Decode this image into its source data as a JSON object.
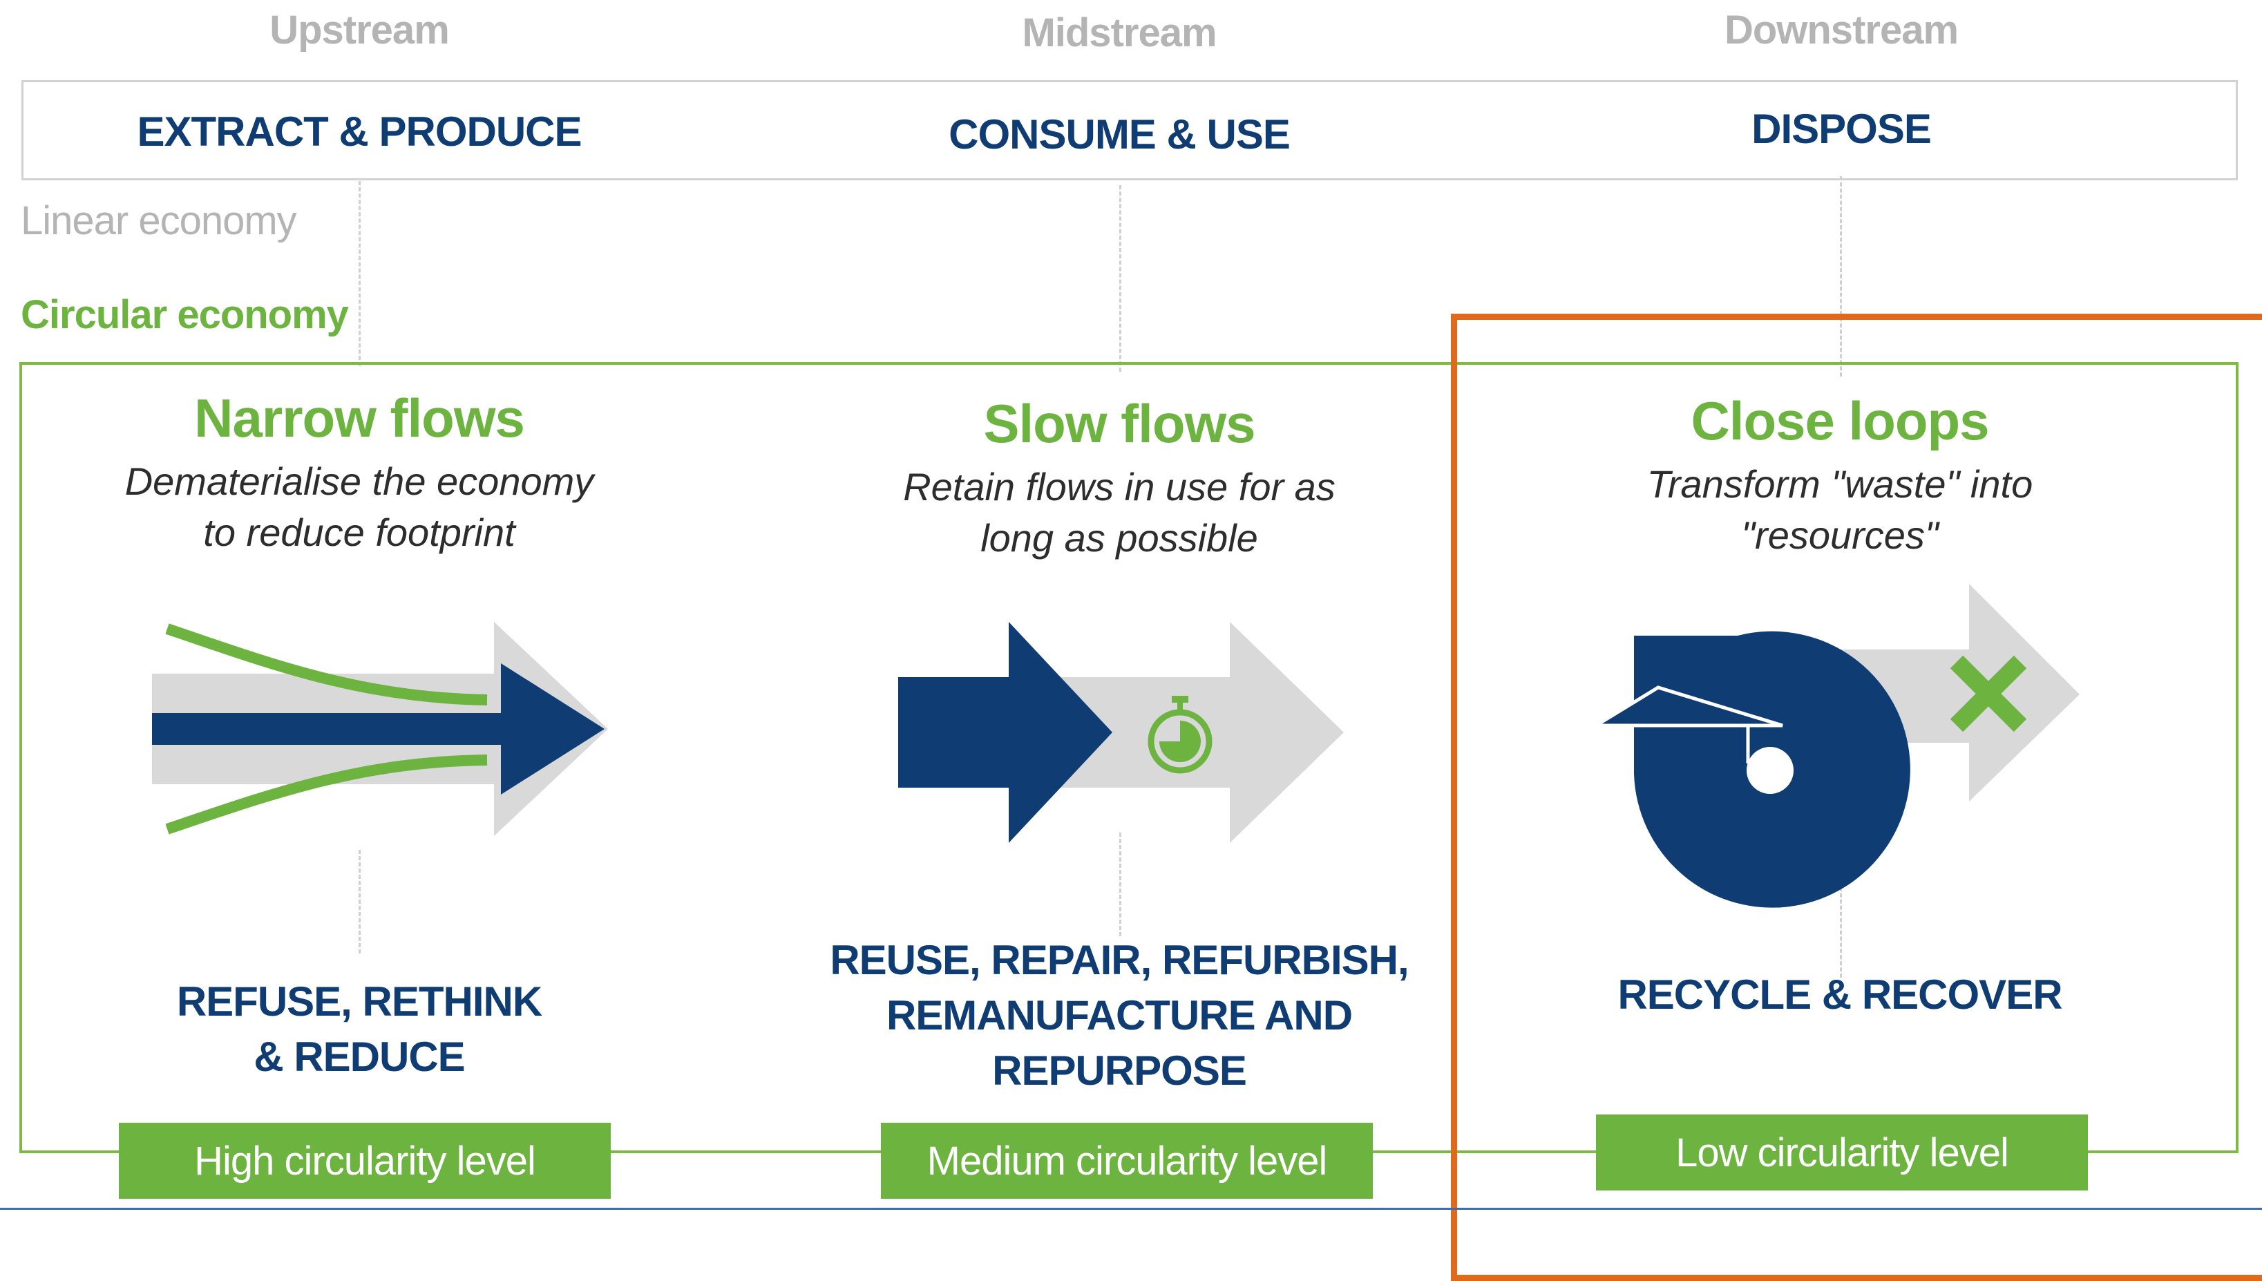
{
  "stages": {
    "upstream": "Upstream",
    "midstream": "Midstream",
    "downstream": "Downstream"
  },
  "linear": {
    "label": "Linear economy",
    "phases": [
      "EXTRACT & PRODUCE",
      "CONSUME & USE",
      "DISPOSE"
    ]
  },
  "circular": {
    "label": "Circular economy",
    "columns": [
      {
        "title": "Narrow flows",
        "subtitle": "Dematerialise the economy\nto reduce footprint",
        "strategy": "REFUSE, RETHINK\n& REDUCE",
        "level": "High circularity level"
      },
      {
        "title": "Slow flows",
        "subtitle": "Retain flows in use for as\nlong as possible",
        "strategy": "REUSE, REPAIR, REFURBISH,\nREMANUFACTURE AND\nREPURPOSE",
        "level": "Medium circularity level"
      },
      {
        "title": "Close loops",
        "subtitle": "Transform \"waste\" into\n\"resources\"",
        "strategy": "RECYCLE & RECOVER",
        "level": "Low circularity level"
      }
    ]
  },
  "icons": [
    "narrow-flow-arrow-icon",
    "slow-flow-arrow-icon",
    "stopwatch-icon",
    "close-loop-icon",
    "cross-icon"
  ],
  "colors": {
    "green": "#6db33f",
    "navy": "#0f3d73",
    "grey_arrow": "#d9d9d9",
    "highlight": "#e06a1b"
  }
}
